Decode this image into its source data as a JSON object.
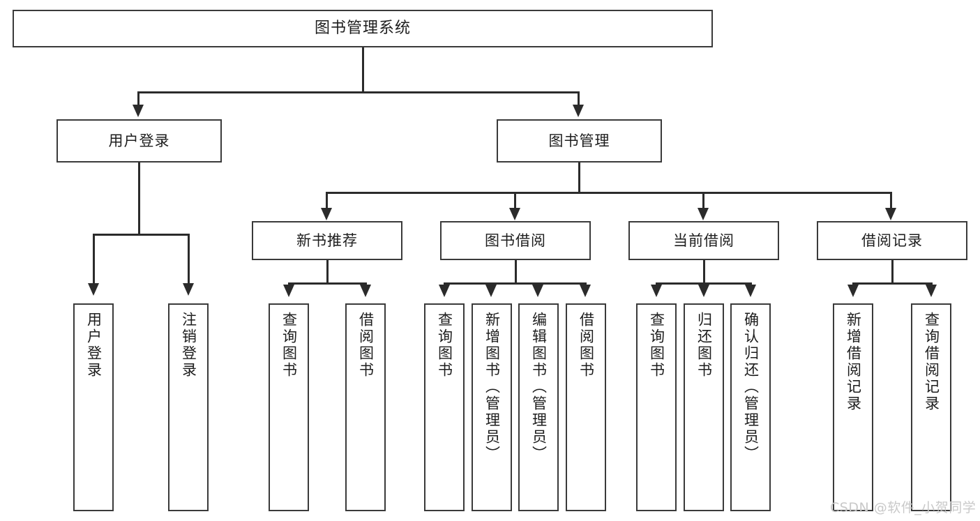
{
  "diagram": {
    "type": "tree",
    "title": "图书管理系统",
    "watermark": "CSDN @软件_小贺同学",
    "colors": {
      "box_border": "#3a3a3a",
      "connector": "#2b2b2b",
      "text": "#1d1d1d",
      "background": "#ffffff",
      "watermark": "#c9c9c9"
    },
    "root": {
      "label": "图书管理系统"
    },
    "level2": [
      {
        "label": "用户登录"
      },
      {
        "label": "图书管理"
      }
    ],
    "level3": [
      {
        "label": "新书推荐"
      },
      {
        "label": "图书借阅"
      },
      {
        "label": "当前借阅"
      },
      {
        "label": "借阅记录"
      }
    ],
    "leaves": [
      {
        "label": "用户登录",
        "parent": "用户登录"
      },
      {
        "label": "注销登录",
        "parent": "用户登录"
      },
      {
        "label": "查询图书",
        "parent": "新书推荐"
      },
      {
        "label": "借阅图书",
        "parent": "新书推荐"
      },
      {
        "label": "查询图书",
        "parent": "图书借阅"
      },
      {
        "label": "新增图书（管理员）",
        "parent": "图书借阅"
      },
      {
        "label": "编辑图书（管理员）",
        "parent": "图书借阅"
      },
      {
        "label": "借阅图书",
        "parent": "图书借阅"
      },
      {
        "label": "查询图书",
        "parent": "当前借阅"
      },
      {
        "label": "归还图书",
        "parent": "当前借阅"
      },
      {
        "label": "确认归还（管理员）",
        "parent": "当前借阅"
      },
      {
        "label": "新增借阅记录",
        "parent": "借阅记录"
      },
      {
        "label": "查询借阅记录",
        "parent": "借阅记录"
      }
    ]
  }
}
